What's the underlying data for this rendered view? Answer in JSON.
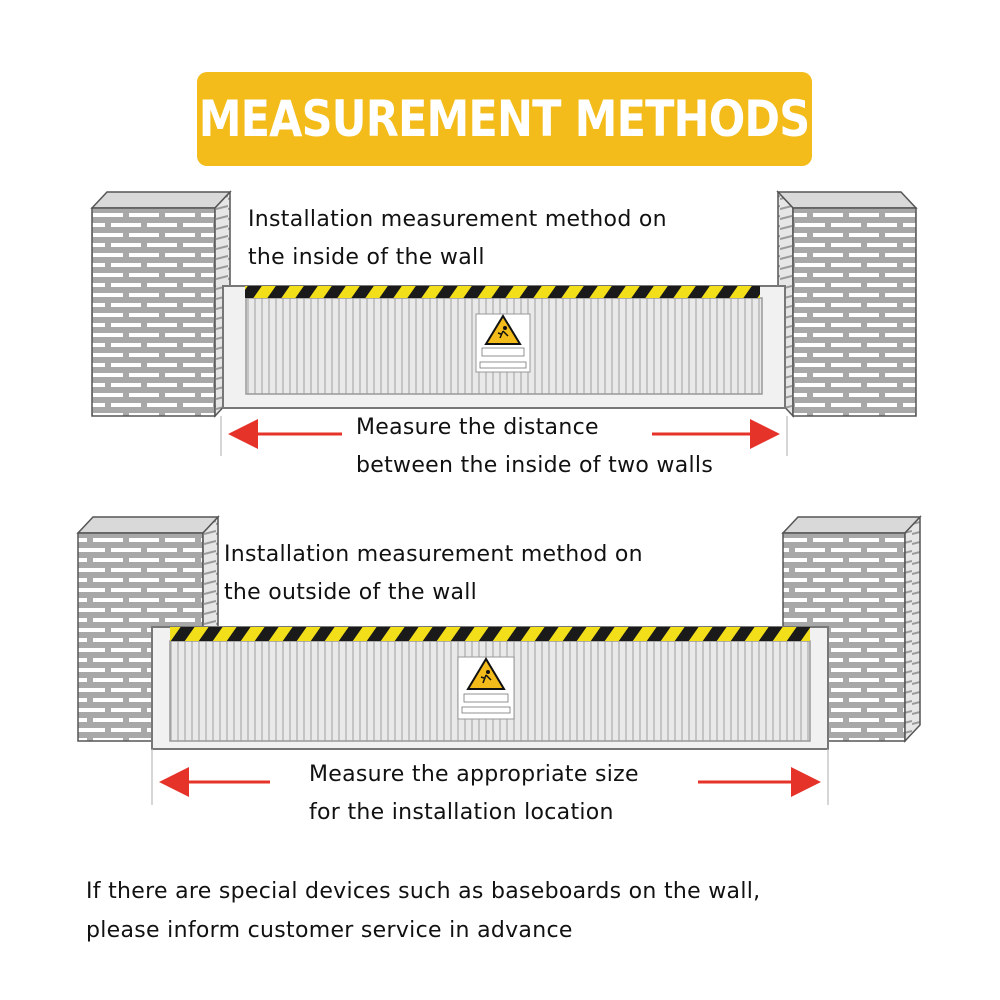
{
  "header": {
    "title": "MEASUREMENT METHODS"
  },
  "colors": {
    "accent": "#f3bc1b",
    "arrow": "#e5332a",
    "brick_mortar": "#b9b9b9",
    "hazard_yellow": "#f2df19",
    "hazard_black": "#1a1a1a"
  },
  "icons": [
    "warning-sign-icon",
    "red-arrow-icon",
    "brick-pillar"
  ],
  "diagram_inside": {
    "caption_line1": "Installation measurement method on",
    "caption_line2": "the inside of the wall",
    "measure_line1": "Measure the distance",
    "measure_line2": "between the inside of two walls"
  },
  "diagram_outside": {
    "caption_line1": "Installation measurement method on",
    "caption_line2": "the outside of the wall",
    "measure_line1": "Measure the appropriate size",
    "measure_line2": "for the installation location"
  },
  "footer": {
    "line1": "If there are special devices such as baseboards on the wall,",
    "line2": "please inform customer service in advance"
  }
}
